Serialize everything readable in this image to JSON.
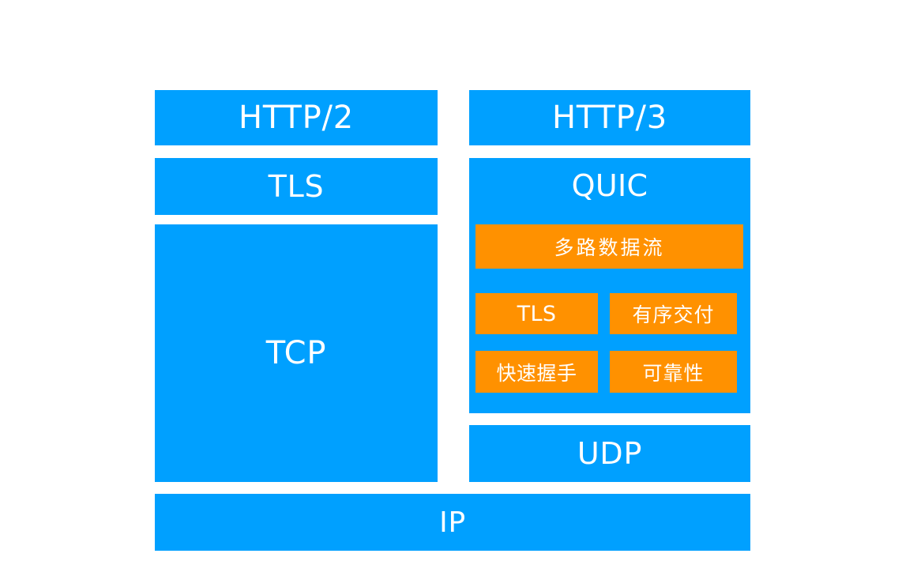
{
  "diagram": {
    "colors": {
      "protocol_blue": "#00a0ff",
      "feature_orange": "#ff9100",
      "label_text": "#ffffff",
      "background": "#ffffff"
    },
    "stacks": {
      "http2": {
        "application_layer": "HTTP/2",
        "security_layer": "TLS",
        "transport_layer": "TCP"
      },
      "http3": {
        "application_layer": "HTTP/3",
        "transport_layer": "QUIC",
        "datagram_layer": "UDP",
        "quic_features": [
          "多路数据流",
          "TLS",
          "有序交付",
          "快速握手",
          "可靠性"
        ]
      }
    },
    "network_layer": "IP"
  }
}
